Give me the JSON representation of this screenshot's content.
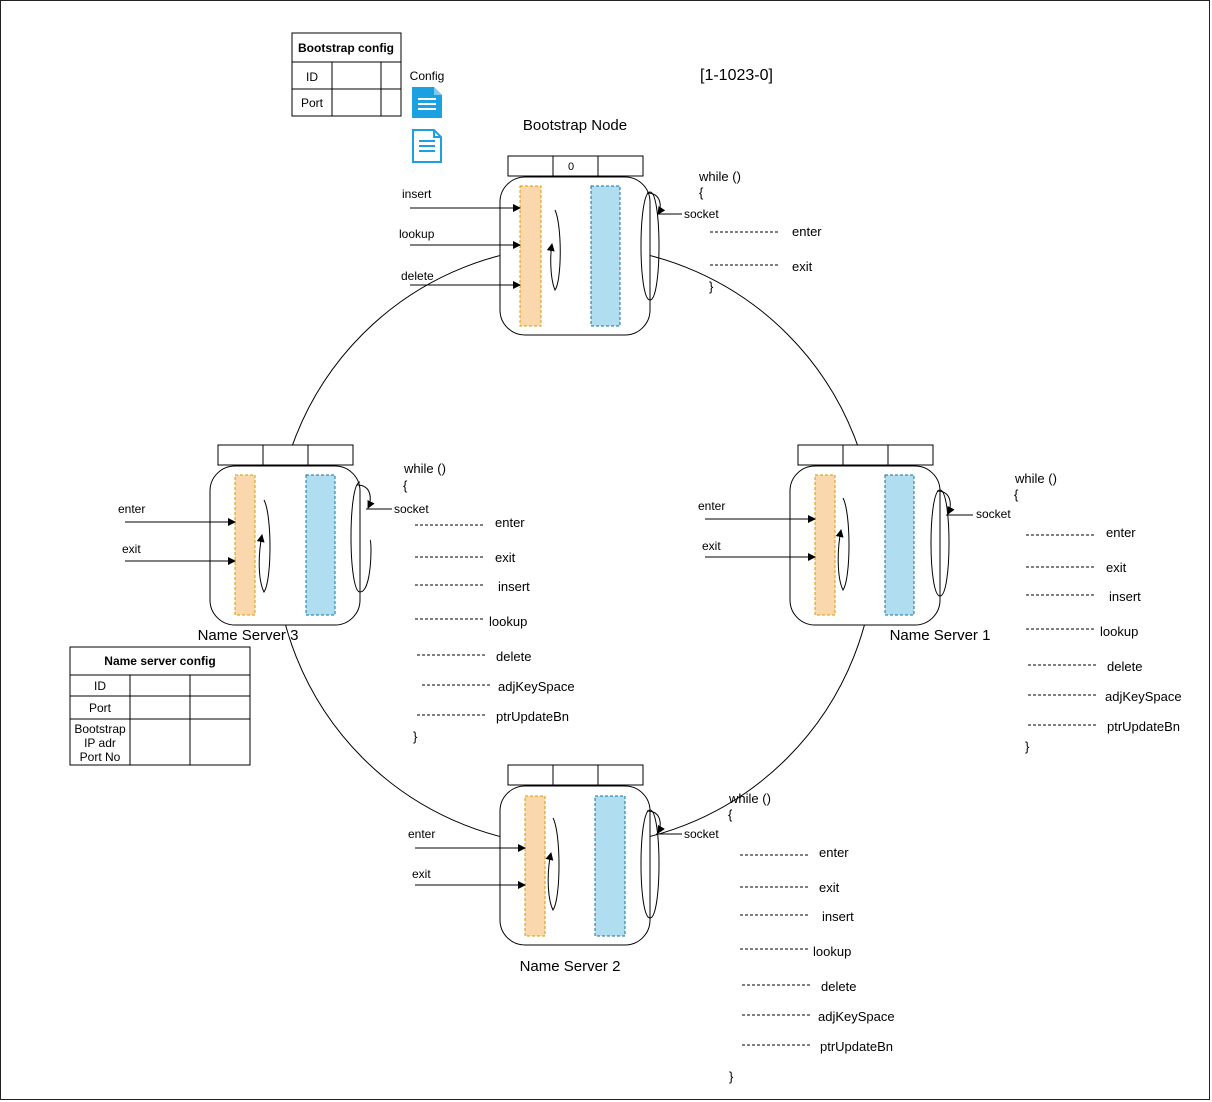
{
  "corner_label": "[1-1023-0]",
  "bootstrap_config": {
    "title": "Bootstrap config",
    "rows": [
      "ID",
      "Port"
    ]
  },
  "config_icon": {
    "label": "Config",
    "icon": "document-icon"
  },
  "name_server_config": {
    "title": "Name server config",
    "rows": [
      "ID",
      "Port",
      "Bootstrap",
      "IP adr",
      "Port No"
    ]
  },
  "nodes": {
    "bootstrap": {
      "title": "Bootstrap Node",
      "slot": "0",
      "inputs": [
        "insert",
        "lookup",
        "delete"
      ],
      "socket": "socket",
      "loop_open": "while ()",
      "brace_open": "{",
      "brace_close": "}",
      "messages": [
        "enter",
        "exit"
      ]
    },
    "ns3": {
      "title": "Name Server 3",
      "inputs": [
        "enter",
        "exit"
      ],
      "socket": "socket",
      "loop_open": "while ()",
      "brace_open": "{",
      "brace_close": "}",
      "messages": [
        "enter",
        "exit",
        "insert",
        "lookup",
        "delete",
        "adjKeySpace",
        "ptrUpdateBn"
      ]
    },
    "ns1": {
      "title": "Name Server 1",
      "inputs": [
        "enter",
        "exit"
      ],
      "socket": "socket",
      "loop_open": "while ()",
      "brace_open": "{",
      "brace_close": "}",
      "messages": [
        "enter",
        "exit",
        "insert",
        "lookup",
        "delete",
        "adjKeySpace",
        "ptrUpdateBn"
      ]
    },
    "ns2": {
      "title": "Name Server 2",
      "inputs": [
        "enter",
        "exit"
      ],
      "socket": "socket",
      "loop_open": "while ()",
      "brace_open": "{",
      "brace_close": "}",
      "messages": [
        "enter",
        "exit",
        "insert",
        "lookup",
        "delete",
        "adjKeySpace",
        "ptrUpdateBn"
      ]
    }
  },
  "colors": {
    "orange_column": "#fad7ac",
    "orange_border": "#d79b00",
    "blue_column": "#b1ddf0",
    "blue_border": "#10739e",
    "icon_blue": "#1ba1e2"
  }
}
